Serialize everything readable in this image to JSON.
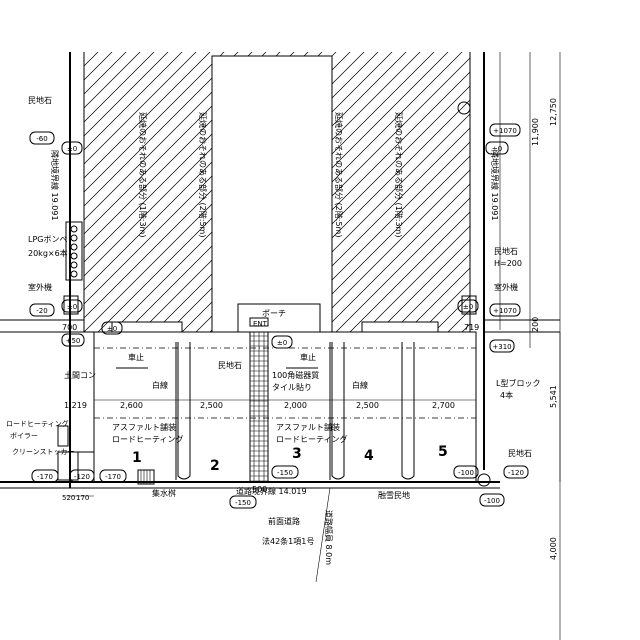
{
  "labels": {
    "boundary_stone_left": "民地石",
    "boundary_line_left": "隣地境界線 19.091",
    "boundary_line_right": "隣地境界線 19.091",
    "lpg": "LPGボンベ",
    "lpg_qty": "20kg×6本",
    "outdoor_unit_left": "室外機",
    "outdoor_unit_right": "室外機",
    "boundary_stone_right": "民地石",
    "boundary_stone_right_h": "H=200",
    "porch": "ポーチ",
    "ent": "ENT",
    "wheel_stop_1": "車止",
    "wheel_stop_2": "車止",
    "boundary_stone_mid": "民地石",
    "tile": "100角磁器質",
    "tile_2": "タイル貼り",
    "white_line_1": "白線",
    "white_line_2": "白線",
    "soil_gutter": "土間コン",
    "l_block": "L型ブロック",
    "l_block_qty": "4本",
    "asphalt_1": "アスファルト舗装",
    "asphalt_1b": "ロードヒーティング",
    "asphalt_2": "アスファルト舗装",
    "asphalt_2b": "ロードヒーティング",
    "road_heating_boiler": "ロードヒーティング",
    "boiler": "ボイラー",
    "clean_stocker": "クリーンストッカー",
    "catch_basin": "集水桝",
    "road_boundary": "道路境界線 14.019",
    "snow_area": "融雪民地",
    "front_road": "前面道路",
    "road_law": "法42条1項1号",
    "road_width": "道路幅員 8.0m",
    "extension_1": "延焼のおそれのある部分 (1階:3m)",
    "extension_2": "延焼のおそれのある部分 (2階:5m)",
    "extension_3": "延焼のおそれのある部分 (2階:5m)",
    "extension_4": "延焼のおそれのある部分 (1階:3m)",
    "boundary_stone_br": "民地石"
  },
  "levels": {
    "l_m60": "-60",
    "l_pm0_a": "±0",
    "l_p1070_a": "+1070",
    "l_pm0_b": "±0",
    "l_m20": "-20",
    "l_pm0_c": "±0",
    "l_p1070_b": "+1070",
    "l_pm0_d": "±0",
    "l_p50": "+50",
    "l_pm0_e": "±0",
    "l_pm0_f": "±0",
    "l_p310": "+310",
    "l_m120_a": "-120",
    "l_m170_a": "-170",
    "l_m170_b": "-170",
    "l_m150": "-150",
    "l_m100_a": "-100",
    "l_m120_b": "-120",
    "l_m100_b": "-100",
    "l_m150_b": "-150"
  },
  "dims": {
    "d700": "700",
    "d719": "719",
    "d1219": "1,219",
    "d2600": "2,600",
    "d2500_a": "2,500",
    "d2000": "2,000",
    "d2500_b": "2,500",
    "d2700": "2,700",
    "d500": "500",
    "d200": "200",
    "d5541": "5,541",
    "d11900": "11,900",
    "d12750": "12,750",
    "d4000": "4,000",
    "d520": "520",
    "d170": "170"
  },
  "spaces": [
    "1",
    "2",
    "3",
    "4",
    "5"
  ]
}
